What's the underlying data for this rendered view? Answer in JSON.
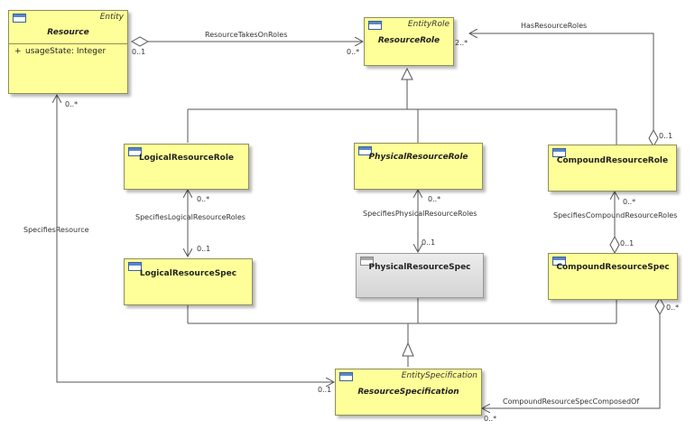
{
  "classes": {
    "resource": {
      "name": "Resource",
      "stereotype": "Entity",
      "attribute_visibility": "+",
      "attribute": "usageState: Integer"
    },
    "resource_role": {
      "name": "ResourceRole",
      "stereotype": "EntityRole"
    },
    "logical_resource_role": {
      "name": "LogicalResourceRole"
    },
    "physical_resource_role": {
      "name": "PhysicalResourceRole"
    },
    "compound_resource_role": {
      "name": "CompoundResourceRole"
    },
    "logical_resource_spec": {
      "name": "LogicalResourceSpec"
    },
    "physical_resource_spec": {
      "name": "PhysicalResourceSpec"
    },
    "compound_resource_spec": {
      "name": "CompoundResourceSpec"
    },
    "resource_specification": {
      "name": "ResourceSpecification",
      "stereotype": "EntitySpecification"
    }
  },
  "associations": {
    "resource_takes_on_roles": {
      "name": "ResourceTakesOnRoles",
      "source_mult": "0..1",
      "target_mult": "0..*"
    },
    "has_resource_roles": {
      "name": "HasResourceRoles",
      "source_mult": "0..1",
      "target_mult": "2..*"
    },
    "specifies_resource": {
      "name": "SpecifiesResource",
      "source_mult": "0..1",
      "target_mult": "0..*"
    },
    "specifies_logical_resource_roles": {
      "name": "SpecifiesLogicalResourceRoles",
      "source_mult": "0..1",
      "target_mult": "0..*"
    },
    "specifies_physical_resource_roles": {
      "name": "SpecifiesPhysicalResourceRoles",
      "source_mult": "0..1",
      "target_mult": "0..*"
    },
    "specifies_compound_resource_roles": {
      "name": "SpecifiesCompoundResourceRoles",
      "source_mult": "0..1",
      "target_mult": "0..*"
    },
    "compound_resource_spec_composed_of": {
      "name": "CompoundResourceSpecComposedOf",
      "source_mult": "0..*",
      "target_mult": "0..*"
    }
  }
}
